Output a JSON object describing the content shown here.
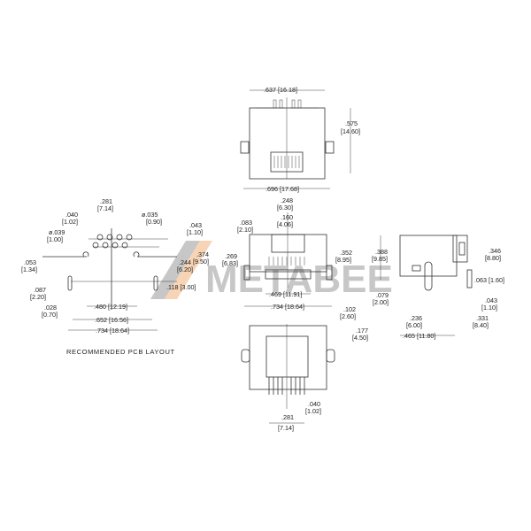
{
  "watermark": {
    "text": "METABEE",
    "color_gray": "#8c8c8c",
    "color_orange": "#f2a65a"
  },
  "top_view": {
    "width_top": ".637 [16.18]",
    "width_bottom": ".696 [17.68]",
    "height": [
      ".575",
      "[14.60]"
    ]
  },
  "pcb_layout": {
    "caption": "RECOMMENDED PCB LAYOUT",
    "pitch": [
      ".281",
      "[7.14]"
    ],
    "pin_offset": [
      ".040",
      "[1.02]"
    ],
    "hole_dia_small": [
      "ø.035",
      "[0.90]"
    ],
    "hole_dia_peg": [
      "ø.039",
      "[1.00]"
    ],
    "edge_offset": [
      ".043",
      "[1.10]"
    ],
    "left_offset": [
      ".053",
      "[1.34]"
    ],
    "row_a": [
      ".244",
      "[6.20]"
    ],
    "row_b": [
      ".374",
      "[9.50]"
    ],
    "slot_len": [
      ".087",
      "[2.20]"
    ],
    "slot_w": [
      ".028",
      "[0.70]"
    ],
    "slot_offset": ".118 [3.00]",
    "peg_spacing": ".480 [12.19]",
    "inner_span": ".652 [16.56]",
    "overall": ".734 [18.64]"
  },
  "front_view": {
    "opening_outer": [
      ".248",
      "[6.30]"
    ],
    "opening_inner": [
      ".160",
      "[4.06]"
    ],
    "top_step": [
      ".083",
      "[2.10]"
    ],
    "left_height": [
      ".269",
      "[6.83]"
    ],
    "right_height": [
      ".352",
      "[8.95]"
    ],
    "contact_span": ".469 [11.91]",
    "overall": ".734 [18.64]"
  },
  "side_view": {
    "height": [
      ".388",
      "[9.85]"
    ],
    "right_height": [
      ".346",
      "[8.80]"
    ],
    "tab": ".063 [1.60]",
    "tab_offset": [
      ".043",
      "[1.10]"
    ],
    "peg": [
      ".079",
      "[2.00]"
    ],
    "peg_pos": [
      ".236",
      "[6.00]"
    ],
    "rear": [
      ".331",
      "[8.40]"
    ],
    "length": ".465 [11.80]"
  },
  "bottom_view": {
    "tab_h": [
      ".102",
      "[2.60]"
    ],
    "tab_pos": [
      ".177",
      "[4.50]"
    ],
    "pitch": [
      ".281",
      "[7.14]"
    ],
    "pin_offset": [
      ".040",
      "[1.02]"
    ]
  }
}
